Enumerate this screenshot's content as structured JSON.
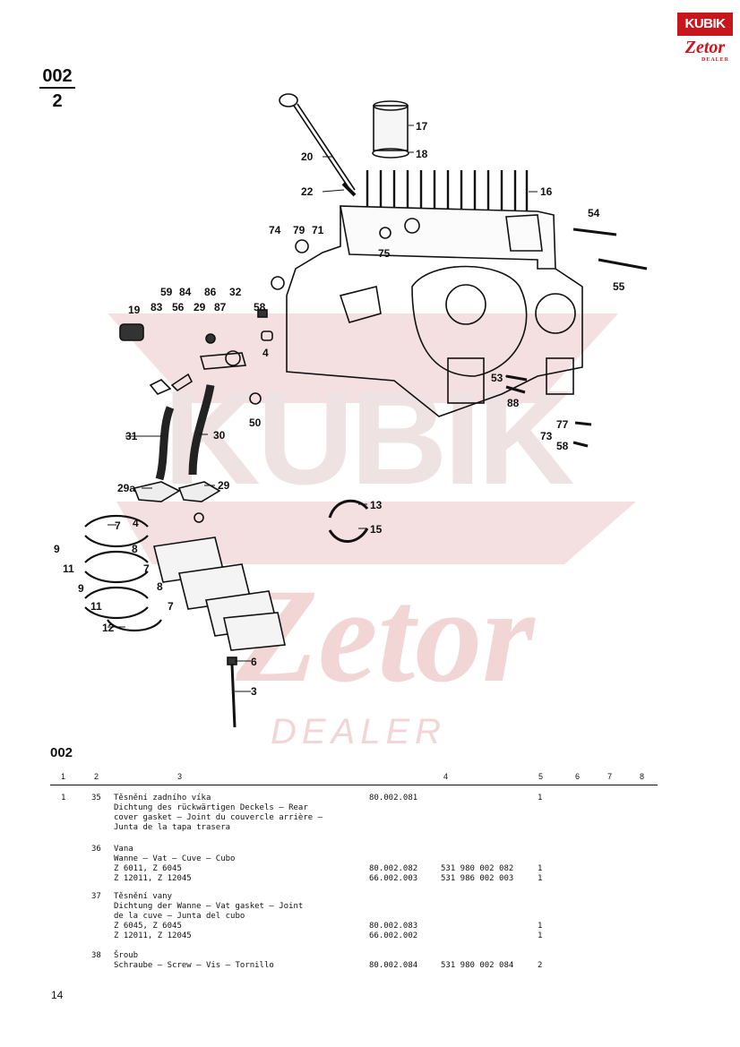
{
  "logo": {
    "brand": "KUBIK",
    "sub_brand": "Zetor",
    "tag": "DEALER"
  },
  "section": {
    "top": "002",
    "bottom": "2"
  },
  "watermark": {
    "brand": "KUBIK",
    "sub_brand": "Zetor",
    "tag": "DEALER",
    "color": "#e9c3c3"
  },
  "callouts": [
    "17",
    "18",
    "20",
    "22",
    "16",
    "54",
    "55",
    "74",
    "79",
    "71",
    "75",
    "59",
    "84",
    "86",
    "32",
    "19",
    "83",
    "56",
    "29",
    "87",
    "58",
    "4",
    "50",
    "31",
    "30",
    "29a",
    "29",
    "53",
    "88",
    "77",
    "73",
    "58",
    "7",
    "4",
    "8",
    "9",
    "11",
    "7",
    "9",
    "8",
    "11",
    "7",
    "12",
    "13",
    "15",
    "6",
    "3"
  ],
  "table": {
    "title": "002",
    "headers": [
      "1",
      "2",
      "3",
      "4",
      "5",
      "6",
      "7",
      "8"
    ],
    "rows": [
      {
        "c1": "1",
        "c2": "35",
        "lines": [
          "Těsnění zadního víka",
          "Dichtung des rückwärtigen Deckels — Rear",
          "cover gasket — Joint du couvercle arrière —",
          "Junta de la tapa trasera"
        ],
        "c4": [
          "80.002.081"
        ],
        "c4b": [],
        "c5": [
          "1"
        ]
      },
      {
        "c1": "",
        "c2": "36",
        "lines": [
          "Vana",
          "Wanne — Vat — Cuve — Cubo",
          "Z 6011, Z 6045",
          "Z 12011, Z 12045"
        ],
        "c4": [
          "",
          "",
          "80.002.082",
          "66.002.003"
        ],
        "c4b": [
          "",
          "",
          "531 980 002 082",
          "531 986 002 003"
        ],
        "c5": [
          "",
          "",
          "1",
          "1"
        ]
      },
      {
        "c1": "",
        "c2": "37",
        "lines": [
          "Těsnění vany",
          "Dichtung der Wanne — Vat gasket — Joint",
          "de la cuve — Junta del cubo",
          "Z 6045, Z 6045",
          "Z 12011, Z 12045"
        ],
        "c4": [
          "",
          "",
          "",
          "80.002.083",
          "66.002.002"
        ],
        "c4b": [],
        "c5": [
          "",
          "",
          "",
          "1",
          "1"
        ]
      },
      {
        "c1": "",
        "c2": "38",
        "lines": [
          "Šroub",
          "Schraube — Screw — Vis — Tornillo"
        ],
        "c4": [
          "",
          "80.002.084"
        ],
        "c4b": [
          "",
          "531 980 002 084"
        ],
        "c5": [
          "",
          "2"
        ]
      }
    ]
  },
  "page_number": "14"
}
